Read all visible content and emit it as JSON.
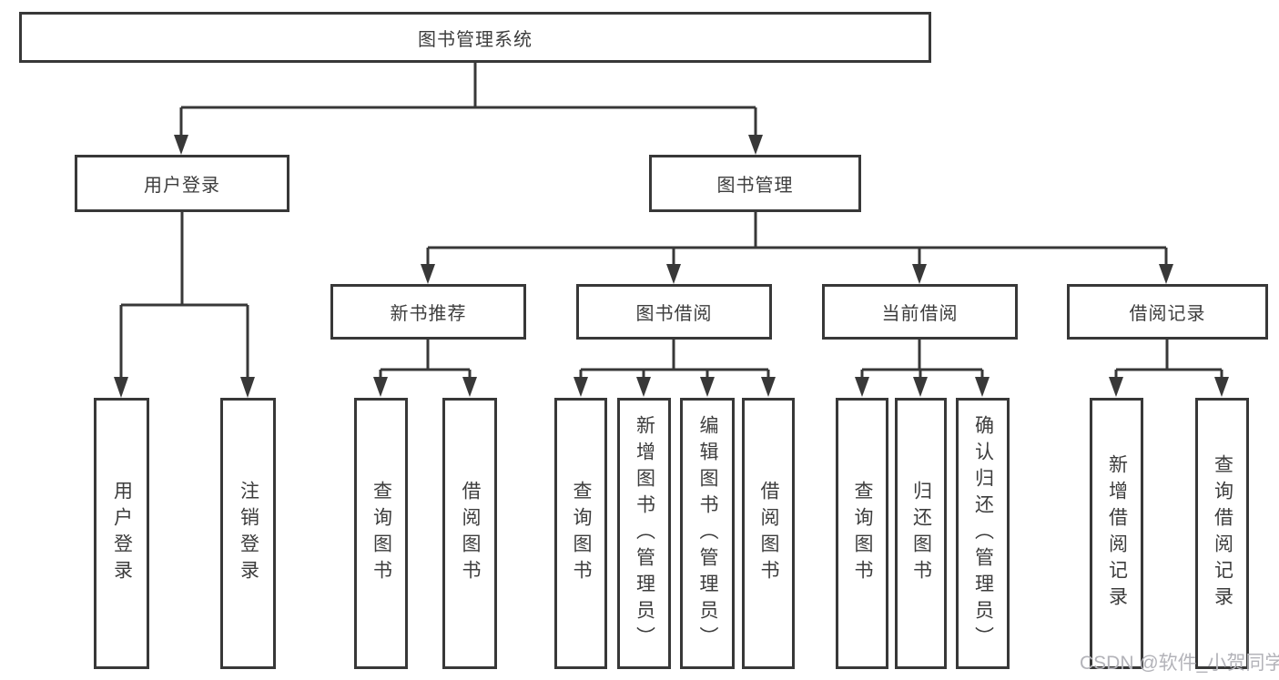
{
  "colors": {
    "line": "#383838",
    "text": "#3d3d3d",
    "box_bg": "#ffffff",
    "watermark": "#b3b3b9"
  },
  "watermark": "CSDN @软件_小贺同学",
  "tree": {
    "root": {
      "label": "图书管理系统"
    },
    "branches": [
      {
        "label": "用户登录",
        "leaves": [
          {
            "label": "用户登录"
          },
          {
            "label": "注销登录"
          }
        ]
      },
      {
        "label": "图书管理",
        "groups": [
          {
            "label": "新书推荐",
            "leaves": [
              {
                "label": "查询图书"
              },
              {
                "label": "借阅图书"
              }
            ]
          },
          {
            "label": "图书借阅",
            "leaves": [
              {
                "label": "查询图书"
              },
              {
                "label": "新增图书（管理员）"
              },
              {
                "label": "编辑图书（管理员）"
              },
              {
                "label": "借阅图书"
              }
            ]
          },
          {
            "label": "当前借阅",
            "leaves": [
              {
                "label": "查询图书"
              },
              {
                "label": "归还图书"
              },
              {
                "label": "确认归还（管理员）"
              }
            ]
          },
          {
            "label": "借阅记录",
            "leaves": [
              {
                "label": "新增借阅记录"
              },
              {
                "label": "查询借阅记录"
              }
            ]
          }
        ]
      }
    ]
  }
}
